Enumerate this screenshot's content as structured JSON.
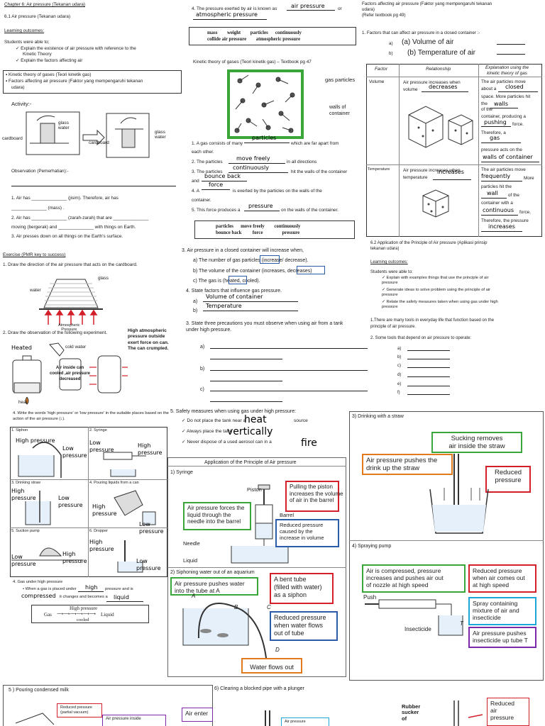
{
  "col1": {
    "chapter": "Chapter 6: Air pressure (Tekanan udara)",
    "section": "6.1 Air pressure (Tekanan udara)",
    "lo_heading": "Learning outcomes:",
    "students": "Students were able to;",
    "lo1": "Explain the existence of air pressure with reference to the",
    "lo1b": "Kinetic Theory",
    "lo2": "Explain the factors affecting air",
    "kin1": "Kinetic theory of gases (Teori kinetik gas)",
    "kin2": "Factors affecting air pressure (Faktor yang mempengaruhi tekanan",
    "kin2b": "udara)",
    "activity": "Activity:-",
    "glass_water": "glass\nwater",
    "cardboard": "cardboard",
    "glass_water2": "glass\nwater",
    "cardboard2": "cardboard",
    "observation": "Observation (Pemerhatian):-",
    "air_has1": "1. Air has ______________ (jisim). Therefore, air has",
    "mass": "______________ (mass) .",
    "air_has2": "2. Air has ______________ (zarah-zarah) that are ______________",
    "moving": "moving (bergerak) and ______________ with things on Earth.",
    "presses": "3. Air presses down on all things on the Earth's surface.",
    "exercise": "Exercise (PMR key to success)",
    "ex1": "1. Draw the direction of the air pressure that acts on the cardboard.",
    "glass_l": "glass",
    "water_l": "water",
    "atm": "Atmospheric\nPressure",
    "ex2": "2. Draw the observation of the following experiment.",
    "high_atm": "High atmospheric\npressure outside\nexert force on can.\nThe can crumpled.",
    "heated": "Heated",
    "cold_water": "cold water",
    "air_inside": "Air inside can\ncooled ,air pressure\ndecreased",
    "heat": "heat",
    "ex4": "4. Write the words 'high pressure' or 'low pressure' in the suitable places based on the action of the air pressure (↓).",
    "siphon": "1. Siphon",
    "syringe": "2. Syringe",
    "drinking": "3. Drinking straw",
    "pouring": "4. Pouring liquids from a can",
    "suction": "5. Suction pump",
    "dropper": "6. Dropper",
    "hp": "High pressure",
    "lp": "Low\npressure",
    "low": "Low\npressure",
    "high": "High\npressure",
    "ex5_a": "4. Gas under high pressure",
    "ex5_b": "When a gas is placed under",
    "ex5_c": "pressure and is",
    "ex5_d": "it changes and becomes a",
    "ans_high": "high",
    "ans_compressed": "compressed",
    "ans_liquid": "liquid",
    "hp_box": "High pressure",
    "gas": "Gas",
    "liquid": "Liquid",
    "cooled": "cooled"
  },
  "col2": {
    "q4": "4. The pressure exerted by air is known as",
    "ans_air": "air pressure",
    "or": "or",
    "ans_atm": "atmospheric pressure",
    "words1": "mass        weight        particles      continuously",
    "words2": "collide air pressure        atmospheric pressure",
    "kinetic": "Kinetic theory of gases (Teori kinetik gas) – Textbook pg 47",
    "gas_particles": "gas particles",
    "walls": "walls of\ncontainer",
    "p1": "1. A gas consists of many",
    "ans_particles": "particles",
    "p1b": "which are far apart from",
    "each": "each other.",
    "p2": "2. The particles",
    "ans_move": "move freely",
    "p2b": "in all directions",
    "p3": "3. The particles",
    "ans_cont": "continuously",
    "p3b": "hit the walls of the container",
    "and": "and",
    "ans_bounce": "bounce back",
    "p4": "4. A",
    "ans_force": "force",
    "p4b": "is exerted by the particles on the walls of the",
    "container": "container.",
    "p5": "5. This force produces a",
    "ans_pressure": "pressure",
    "p5b": "on the walls of the container.",
    "w1": "particles      move freely        continuously",
    "w2": "bounce back         force                pressure",
    "s3": "3. Air pressure in a closed container will increase when,",
    "s3a": "a)   The number of gas particles (increase/ decrease).",
    "s3b": "b)   The volume of the container (increases, decreases)",
    "s3c": "c)   The gas is (heated, cooled).",
    "s4": "4. State factors that influence gas pressure.",
    "ans_vol": "Volume of container",
    "ans_temp": "Temperature",
    "s5": "3. State three precautions you must observe when using air from a tank\nunder high pressure.",
    "a": "a)",
    "b": "b)",
    "c": "c)",
    "safety": "5. Safety measures when using gas under high pressure:",
    "sf1": "Do not place the tank near a",
    "ans_heat": "heat",
    "sf1b": "source",
    "sf2": "Always place the tank",
    "ans_vert": "vertically",
    "sf3": "Never dispose of a used aerosol can in a",
    "ans_fire": "fire",
    "apphead": "Application of the Principle of Air pressure",
    "syringe": "1) Syringe",
    "piston": "Piston",
    "pull": "Pulling the piston\nincreases the volume\nof air in the barrel",
    "forces": "Air pressure forces the\nliquid through the\nneedle into the barrel",
    "barrel": "Barrel",
    "reduced": "Reduced pressure\ncaused by the\nincrease in volume",
    "needle": "Needle",
    "liquid": "Liquid",
    "siph": "2) Siphoning water out of an aquarium",
    "pushes": "Air pressure pushes water\ninto the tube at A",
    "bent": "A bent tube\n(filled with water)\nas a siphon",
    "redflow": "Reduced pressure\nwhen water flows\nout of tube",
    "flows": "Water flows out",
    "A": "A",
    "B": "B",
    "C": "C",
    "D": "D"
  },
  "col3": {
    "factors": "Factors affecting air pressure (Faktor yang mempengaruhi tekanan\nudara)\n(Refer textbook pg 49)",
    "q1": "1. Factors that can affect air pressure in a closed container :-",
    "a": "a)",
    "b": "b)",
    "ans_a": "(a) Volume of air",
    "ans_b": "(b) Temperature of air",
    "th_factor": "Factor",
    "th_rel": "Relationship",
    "th_exp": "Explanation using the\nkinetic theory of gas",
    "vol": "Volume",
    "vol_rel": "Air pressure increases when\nvolume",
    "ans_dec": "decreases",
    "vol_exp1": "The air particles move\nabout a",
    "ans_closed": "closed",
    "vol_exp2": "space. More particles hit\nthe",
    "ans_walls": "walls",
    "vol_exp3": "of the\ncontainer, producing a",
    "ans_pushing": "pushing",
    "force": "force.",
    "therefore": "Therefore, a",
    "ans_gas": "gas",
    "pressure_acts": "pressure acts on the",
    "ans_woc": "walls of container",
    "temp": "Temperature",
    "temp_rel": "Air pressure increases when\ntemperature",
    "ans_inc": "increases",
    "temp_exp1": "The air particles move",
    "ans_freq": "frequently",
    "more": "More",
    "hitting": "particles hit the",
    "ans_wall": "wall",
    "of_the": "of the",
    "container_with": "container with a",
    "ans_cont": "continuous",
    "force2": "force.",
    "therefore2": "Therefore, the pressure",
    "ans_inc2": "increases",
    "app62": "6.2 Application of the Principle of Air pressure (Aplikasi prinsip\ntekanan udara)",
    "lo": "Learning outcomes:",
    "students": "Students were able to:",
    "l1": "Explain with examples things that use the principle of air\npressure",
    "l2": "Generate ideas to solve problem using the principle of air\npressure",
    "l3": "Relate the safety measures taken when using gas under high\npressure",
    "many": "1.There are many tools in everyday life that function based on the\nprinciple of air pressure.",
    "tools": "2. Some tools that depend on air pressure to operate:",
    "la": "a)",
    "lb": "b)",
    "lc": "c)",
    "ld": "d)",
    "le": "e)",
    "lf": "f)",
    "straw": "3) Drinking with a straw",
    "sucking": "Sucking removes\nair inside the straw",
    "pushes_drink": "Air pressure pushes the\ndrink up the straw",
    "reduced_p": "Reduced\npressure",
    "spray": "4) Spraying pump",
    "compressed": "Air is compressed, pressure\nincreases and pushes air out\nof nozzle at high speed",
    "red_high": "Reduced pressure\nwhen air comes out\nat high speed",
    "push": "Push",
    "spray_mix": "Spray containing\nmixture of air and\ninsecticide",
    "insecticide": "Insecticide",
    "pushes_ins": "Air pressure pushes\ninsecticide up tube T",
    "T": "T"
  },
  "bottom": {
    "pour": "5 ) Pouring condensed milk",
    "red_partial": "Reduced pressure\n(partial vacuum)",
    "air_inside": "Air pressure inside",
    "air_enter": "Air enter",
    "plunger": "6) Clearing a blocked pipe with a plunger",
    "air_pressure": "Air pressure",
    "rubber": "Rubber\nsucker\nof",
    "reduced_air": "Reduced\nair\npressure"
  }
}
